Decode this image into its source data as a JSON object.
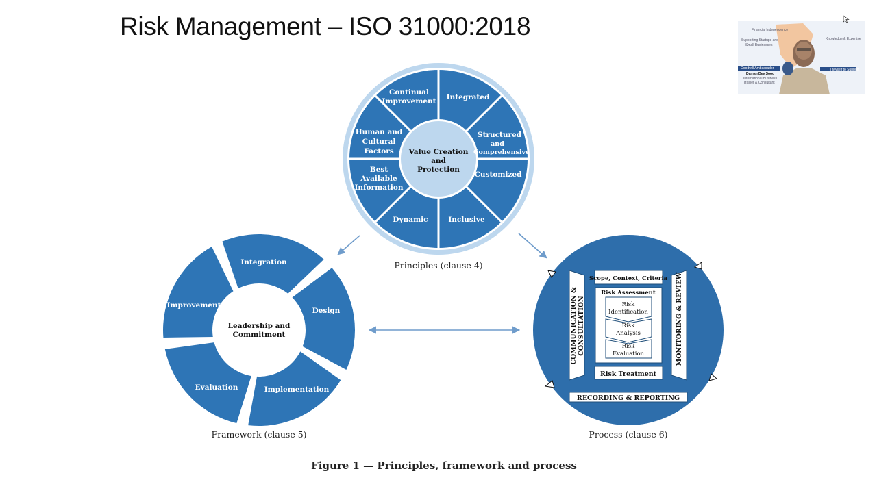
{
  "slide": {
    "title": "Risk Management – ISO 31000:2018"
  },
  "principles": {
    "center": [
      "Value Creation",
      "and",
      "Protection"
    ],
    "segments": [
      [
        "Integrated"
      ],
      [
        "Structured",
        "and",
        "Comprehensive"
      ],
      [
        "Customized"
      ],
      [
        "Inclusive"
      ],
      [
        "Dynamic"
      ],
      [
        "Best",
        "Available",
        "Information"
      ],
      [
        "Human and",
        "Cultural",
        "Factors"
      ],
      [
        "Continual",
        "Improvement"
      ]
    ],
    "caption": "Principles (clause 4)"
  },
  "framework": {
    "center": [
      "Leadership and",
      "Commitment"
    ],
    "segments": [
      "Integration",
      "Design",
      "Implementation",
      "Evaluation",
      "Improvement"
    ],
    "caption": "Framework (clause 5)"
  },
  "process": {
    "left_bar": [
      "COMMUNICATION &",
      "CONSULTATION"
    ],
    "right_bar": "MONITORING & REVIEW",
    "scope": "Scope, Context, Criteria",
    "assessment": "Risk Assessment",
    "identification": [
      "Risk",
      "Identification"
    ],
    "analysis": [
      "Risk",
      "Analysis"
    ],
    "evaluation": [
      "Risk",
      "Evaluation"
    ],
    "treatment": "Risk Treatment",
    "recording": "RECORDING & REPORTING",
    "caption": "Process (clause 6)"
  },
  "figure_caption": "Figure 1 — Principles, framework and process",
  "colors": {
    "segment_blue": "#2e75b6",
    "pale_blue": "#bdd7ee",
    "arrow_blue": "#6f9ccb",
    "process_circle": "#2e6eab"
  },
  "webcam": {
    "lines": [
      "Financial Independence",
      "Supporting Startups and",
      "Small Businesses",
      "Knowledge & Expertise",
      "Goodwill Ambassador",
      "Daman Dev Sood",
      "International Business",
      "Trainer & Consultant",
      "I Myself to Support"
    ]
  }
}
